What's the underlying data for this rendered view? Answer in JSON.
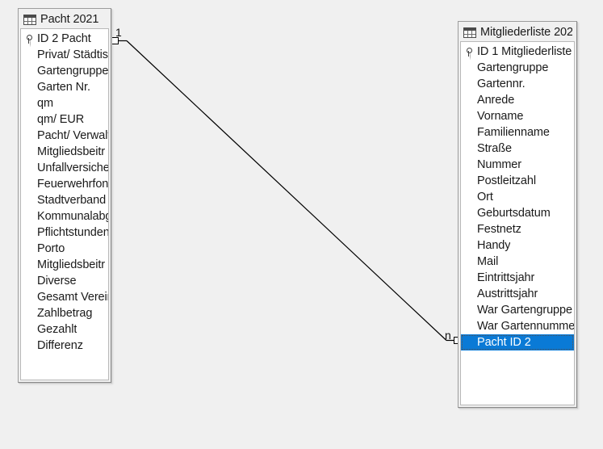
{
  "canvas": {
    "background": "#f0f0f0",
    "app_view": "relationships"
  },
  "tables": [
    {
      "id": "pacht",
      "title": "Pacht 2021",
      "title_icon": "table-grid-icon",
      "fields": [
        {
          "name": "ID 2 Pacht",
          "primary_key": true,
          "selected": false
        },
        {
          "name": "Privat/ Städtis",
          "primary_key": false,
          "selected": false
        },
        {
          "name": "Gartengruppe",
          "primary_key": false,
          "selected": false
        },
        {
          "name": "Garten Nr.",
          "primary_key": false,
          "selected": false
        },
        {
          "name": "qm",
          "primary_key": false,
          "selected": false
        },
        {
          "name": "qm/ EUR",
          "primary_key": false,
          "selected": false
        },
        {
          "name": "Pacht/ Verwalt",
          "primary_key": false,
          "selected": false
        },
        {
          "name": "Mitgliedsbeitr",
          "primary_key": false,
          "selected": false
        },
        {
          "name": "Unfallversiche",
          "primary_key": false,
          "selected": false
        },
        {
          "name": "Feuerwehrfon",
          "primary_key": false,
          "selected": false
        },
        {
          "name": "Stadtverband",
          "primary_key": false,
          "selected": false
        },
        {
          "name": "Kommunalabg",
          "primary_key": false,
          "selected": false
        },
        {
          "name": "Pflichtstunden",
          "primary_key": false,
          "selected": false
        },
        {
          "name": "Porto",
          "primary_key": false,
          "selected": false
        },
        {
          "name": "Mitgliedsbeitr",
          "primary_key": false,
          "selected": false
        },
        {
          "name": "Diverse",
          "primary_key": false,
          "selected": false
        },
        {
          "name": "Gesamt Verein",
          "primary_key": false,
          "selected": false
        },
        {
          "name": "Zahlbetrag",
          "primary_key": false,
          "selected": false
        },
        {
          "name": "Gezahlt",
          "primary_key": false,
          "selected": false
        },
        {
          "name": "Differenz",
          "primary_key": false,
          "selected": false
        }
      ]
    },
    {
      "id": "mitgliederliste",
      "title": "Mitgliederliste 202",
      "title_icon": "table-grid-icon",
      "fields": [
        {
          "name": "ID 1 Mitgliederliste",
          "primary_key": true,
          "selected": false
        },
        {
          "name": "Gartengruppe",
          "primary_key": false,
          "selected": false
        },
        {
          "name": "Gartennr.",
          "primary_key": false,
          "selected": false
        },
        {
          "name": "Anrede",
          "primary_key": false,
          "selected": false
        },
        {
          "name": "Vorname",
          "primary_key": false,
          "selected": false
        },
        {
          "name": "Familienname",
          "primary_key": false,
          "selected": false
        },
        {
          "name": "Straße",
          "primary_key": false,
          "selected": false
        },
        {
          "name": "Nummer",
          "primary_key": false,
          "selected": false
        },
        {
          "name": "Postleitzahl",
          "primary_key": false,
          "selected": false
        },
        {
          "name": "Ort",
          "primary_key": false,
          "selected": false
        },
        {
          "name": "Geburtsdatum",
          "primary_key": false,
          "selected": false
        },
        {
          "name": "Festnetz",
          "primary_key": false,
          "selected": false
        },
        {
          "name": "Handy",
          "primary_key": false,
          "selected": false
        },
        {
          "name": "Mail",
          "primary_key": false,
          "selected": false
        },
        {
          "name": "Eintrittsjahr",
          "primary_key": false,
          "selected": false
        },
        {
          "name": "Austrittsjahr",
          "primary_key": false,
          "selected": false
        },
        {
          "name": "War Gartengruppe",
          "primary_key": false,
          "selected": false
        },
        {
          "name": "War Gartennummer",
          "primary_key": false,
          "selected": false
        },
        {
          "name": "Pacht ID 2",
          "primary_key": false,
          "selected": true
        }
      ]
    }
  ],
  "relationship": {
    "left_cardinality": "1",
    "right_cardinality": "n",
    "line_color": "#000000"
  },
  "colors": {
    "selection": "#0a7ad6",
    "selection_text": "#ffffff",
    "window_background": "#f0f0f0",
    "field_list_background": "#ffffff",
    "border": "#9c9c9c"
  }
}
